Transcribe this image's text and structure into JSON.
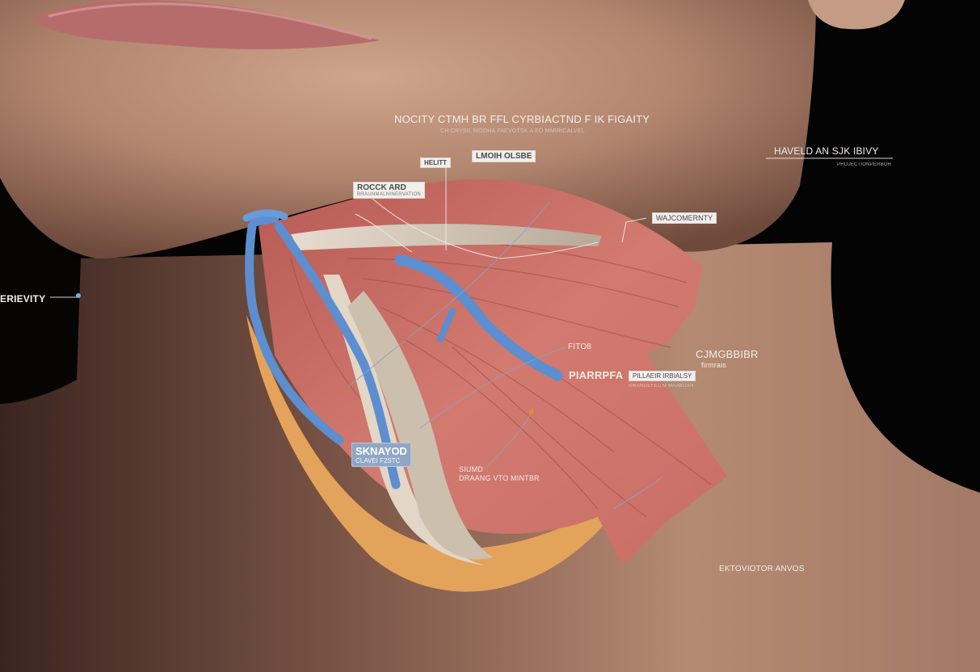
{
  "diagram": {
    "subject": "Neck and jaw anatomical cross-section illustration",
    "title": "NOCITY CTMH BR FFL CYRBIACTND F IK FIGAITY",
    "subtitle": "CH CRYSIL MOOHA FAEVOTSK A EO MMIRICALVEL",
    "labels": [
      {
        "id": "helitt",
        "text": "HELITT",
        "style": "box"
      },
      {
        "id": "lmoih-olsbe",
        "text": "LMOIH OLSBE",
        "style": "box"
      },
      {
        "id": "rocck-ard",
        "text": "ROCCK ARD",
        "sub": "BRAUNMALNINERVATION",
        "style": "box"
      },
      {
        "id": "haveld",
        "text": "HAVELD AN SJK IBIVY",
        "sub": "PROJECTIONPERBOR",
        "style": "plain"
      },
      {
        "id": "wajcomernty",
        "text": "WAJCOMERNTY",
        "style": "box"
      },
      {
        "id": "erievity",
        "text": "ERIEVITY",
        "style": "plain"
      },
      {
        "id": "fito8",
        "text": "FITO8",
        "style": "plain"
      },
      {
        "id": "cjmgbbibr",
        "text": "CJMGBBIBR",
        "sub": "firmrais",
        "style": "plain"
      },
      {
        "id": "piarrpfa",
        "text": "PIARRPFA",
        "style": "plain"
      },
      {
        "id": "pillaeir",
        "text": "PILLAEIR IRBIALSY",
        "sub": "RMANGEFEU M MAABOAN",
        "style": "box"
      },
      {
        "id": "sknayod",
        "text": "SKNAYOD",
        "sub": "CLAVEI  F2STC",
        "style": "blue-tag"
      },
      {
        "id": "siumd",
        "text": "SIUMD",
        "sub": "DRAANG VTO MINTBR",
        "style": "plain"
      },
      {
        "id": "extovotor",
        "text": "EKTOVIOTOR ANVOS",
        "style": "plain"
      }
    ]
  },
  "colors": {
    "background": "#050404",
    "skin_light": "#c39a82",
    "skin_mid": "#9c7160",
    "skin_dark": "#4a2e26",
    "muscle": "#c3605a",
    "muscle_light": "#de8f86",
    "vessel_blue": "#5c8ed0",
    "tendon": "#d8ccbe",
    "fat_orange": "#e4a35a",
    "lips": "#c07474"
  }
}
